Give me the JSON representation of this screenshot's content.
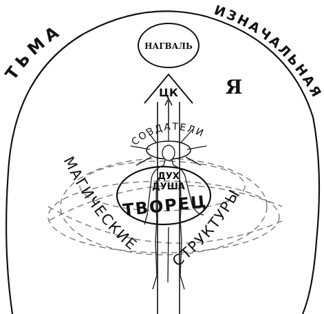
{
  "outer_left_label": "ТЬМА",
  "outer_right_label": "ИЗНАЧАЛЬНАЯ",
  "self_letter": "Я",
  "nagual_label": "НАГВАЛЬ",
  "center_label": "ЦК",
  "creators_label": "СОЗДАТЕЛИ",
  "spirit_label": "ДУХ",
  "soul_label": "ДУША",
  "creator_label": "ТВОРЕЦ",
  "magic_left_label": "МАГИЧЕСКИЕ",
  "magic_right_label": "СТРУКТУРЫ",
  "colors": {
    "ink": "#111111",
    "paper": "#ffffff"
  }
}
